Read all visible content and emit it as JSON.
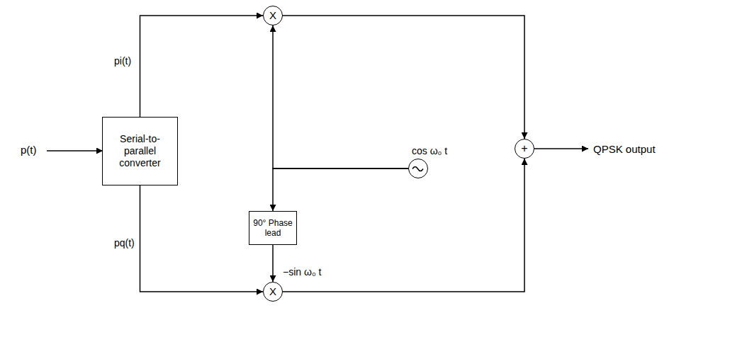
{
  "diagram": {
    "nodes": [
      {
        "text": [
          "Serial-to-parallel converter"
        ]
      },
      {
        "text": [
          "X"
        ]
      },
      {
        "text": [
          "cos ω₀ t"
        ]
      },
      {
        "text": [
          "90° Phase lead"
        ]
      },
      {
        "text": [
          "X"
        ]
      },
      {
        "text": [
          "+"
        ]
      }
    ],
    "edges": [
      {
        "from": 0,
        "to": 1,
        "arrow": "to",
        "label": "pi(t)"
      },
      {
        "from": 0,
        "to": 4,
        "arrow": "to",
        "label": "pq(t)"
      },
      {
        "from": 2,
        "to": 1,
        "arrow": "to"
      },
      {
        "from": 2,
        "to": 3,
        "arrow": "to"
      },
      {
        "from": 3,
        "to": 4,
        "arrow": "to",
        "label": "−sin ω₀ t"
      },
      {
        "from": 1,
        "to": 5,
        "arrow": "to"
      },
      {
        "from": 4,
        "to": 5,
        "arrow": "to"
      }
    ],
    "labels": [
      "p(t)",
      "QPSK output"
    ]
  }
}
